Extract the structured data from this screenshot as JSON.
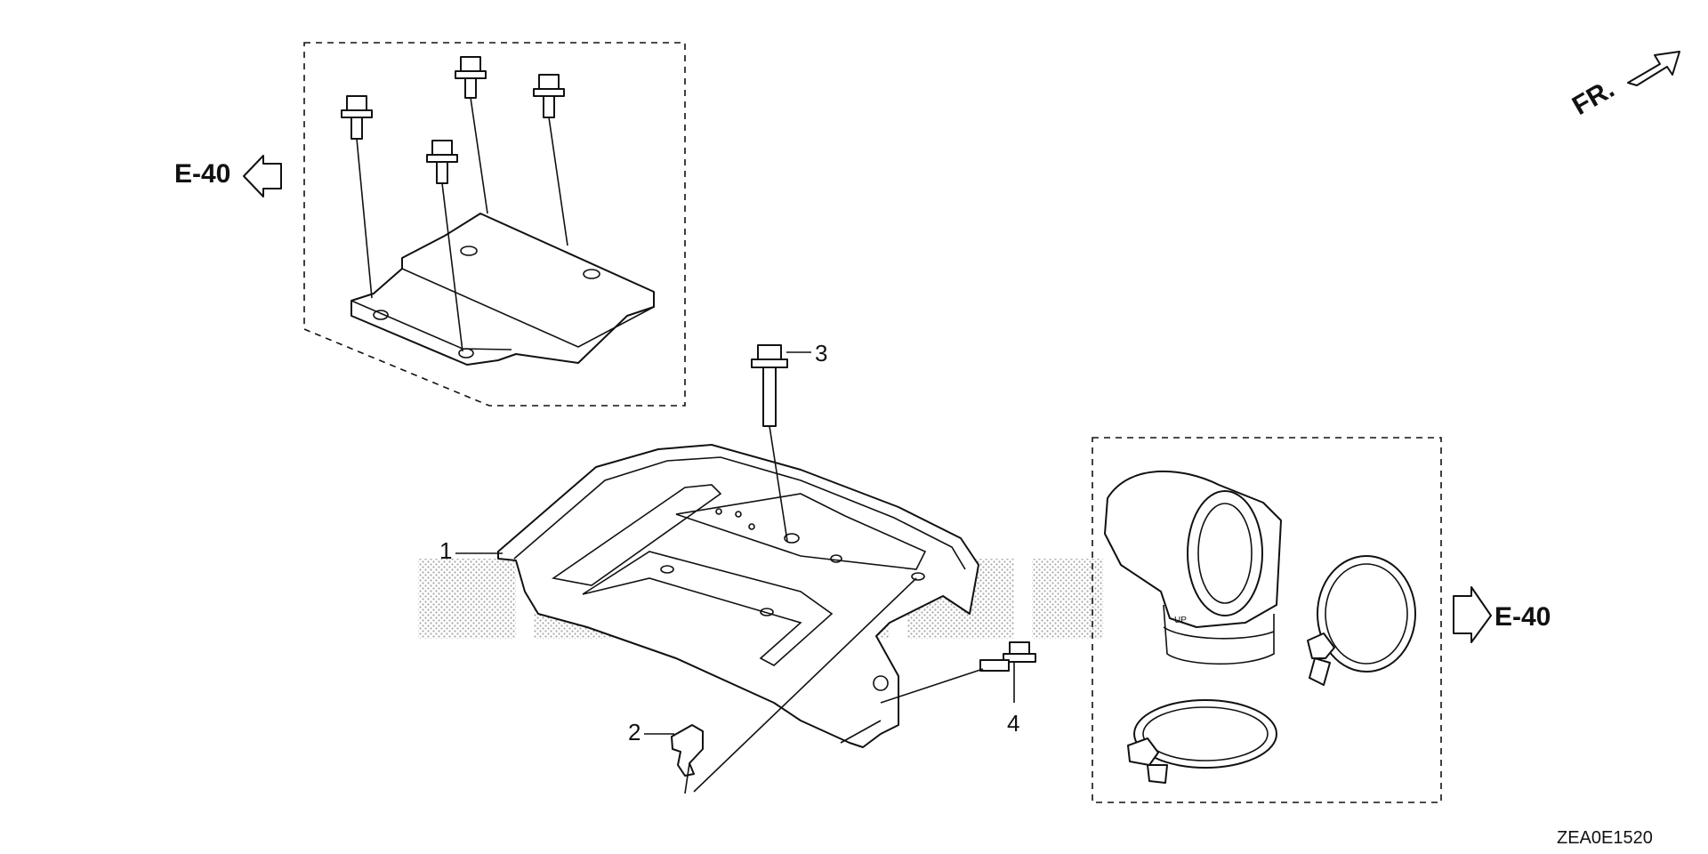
{
  "refs": {
    "left": "E-40",
    "right": "E-40"
  },
  "front_indicator": "FR.",
  "callouts": [
    "1",
    "2",
    "3",
    "4"
  ],
  "diagram_code": "ZEA0E1520"
}
